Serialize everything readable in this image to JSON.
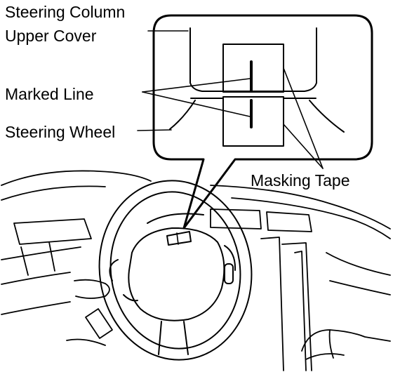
{
  "labels": {
    "steering_column_upper_cover_line1": "Steering Column",
    "steering_column_upper_cover_line2": "Upper Cover",
    "marked_line": "Marked Line",
    "steering_wheel": "Steering Wheel",
    "masking_tape": "Masking Tape"
  },
  "colors": {
    "ink": "#000000",
    "background": "#ffffff"
  }
}
